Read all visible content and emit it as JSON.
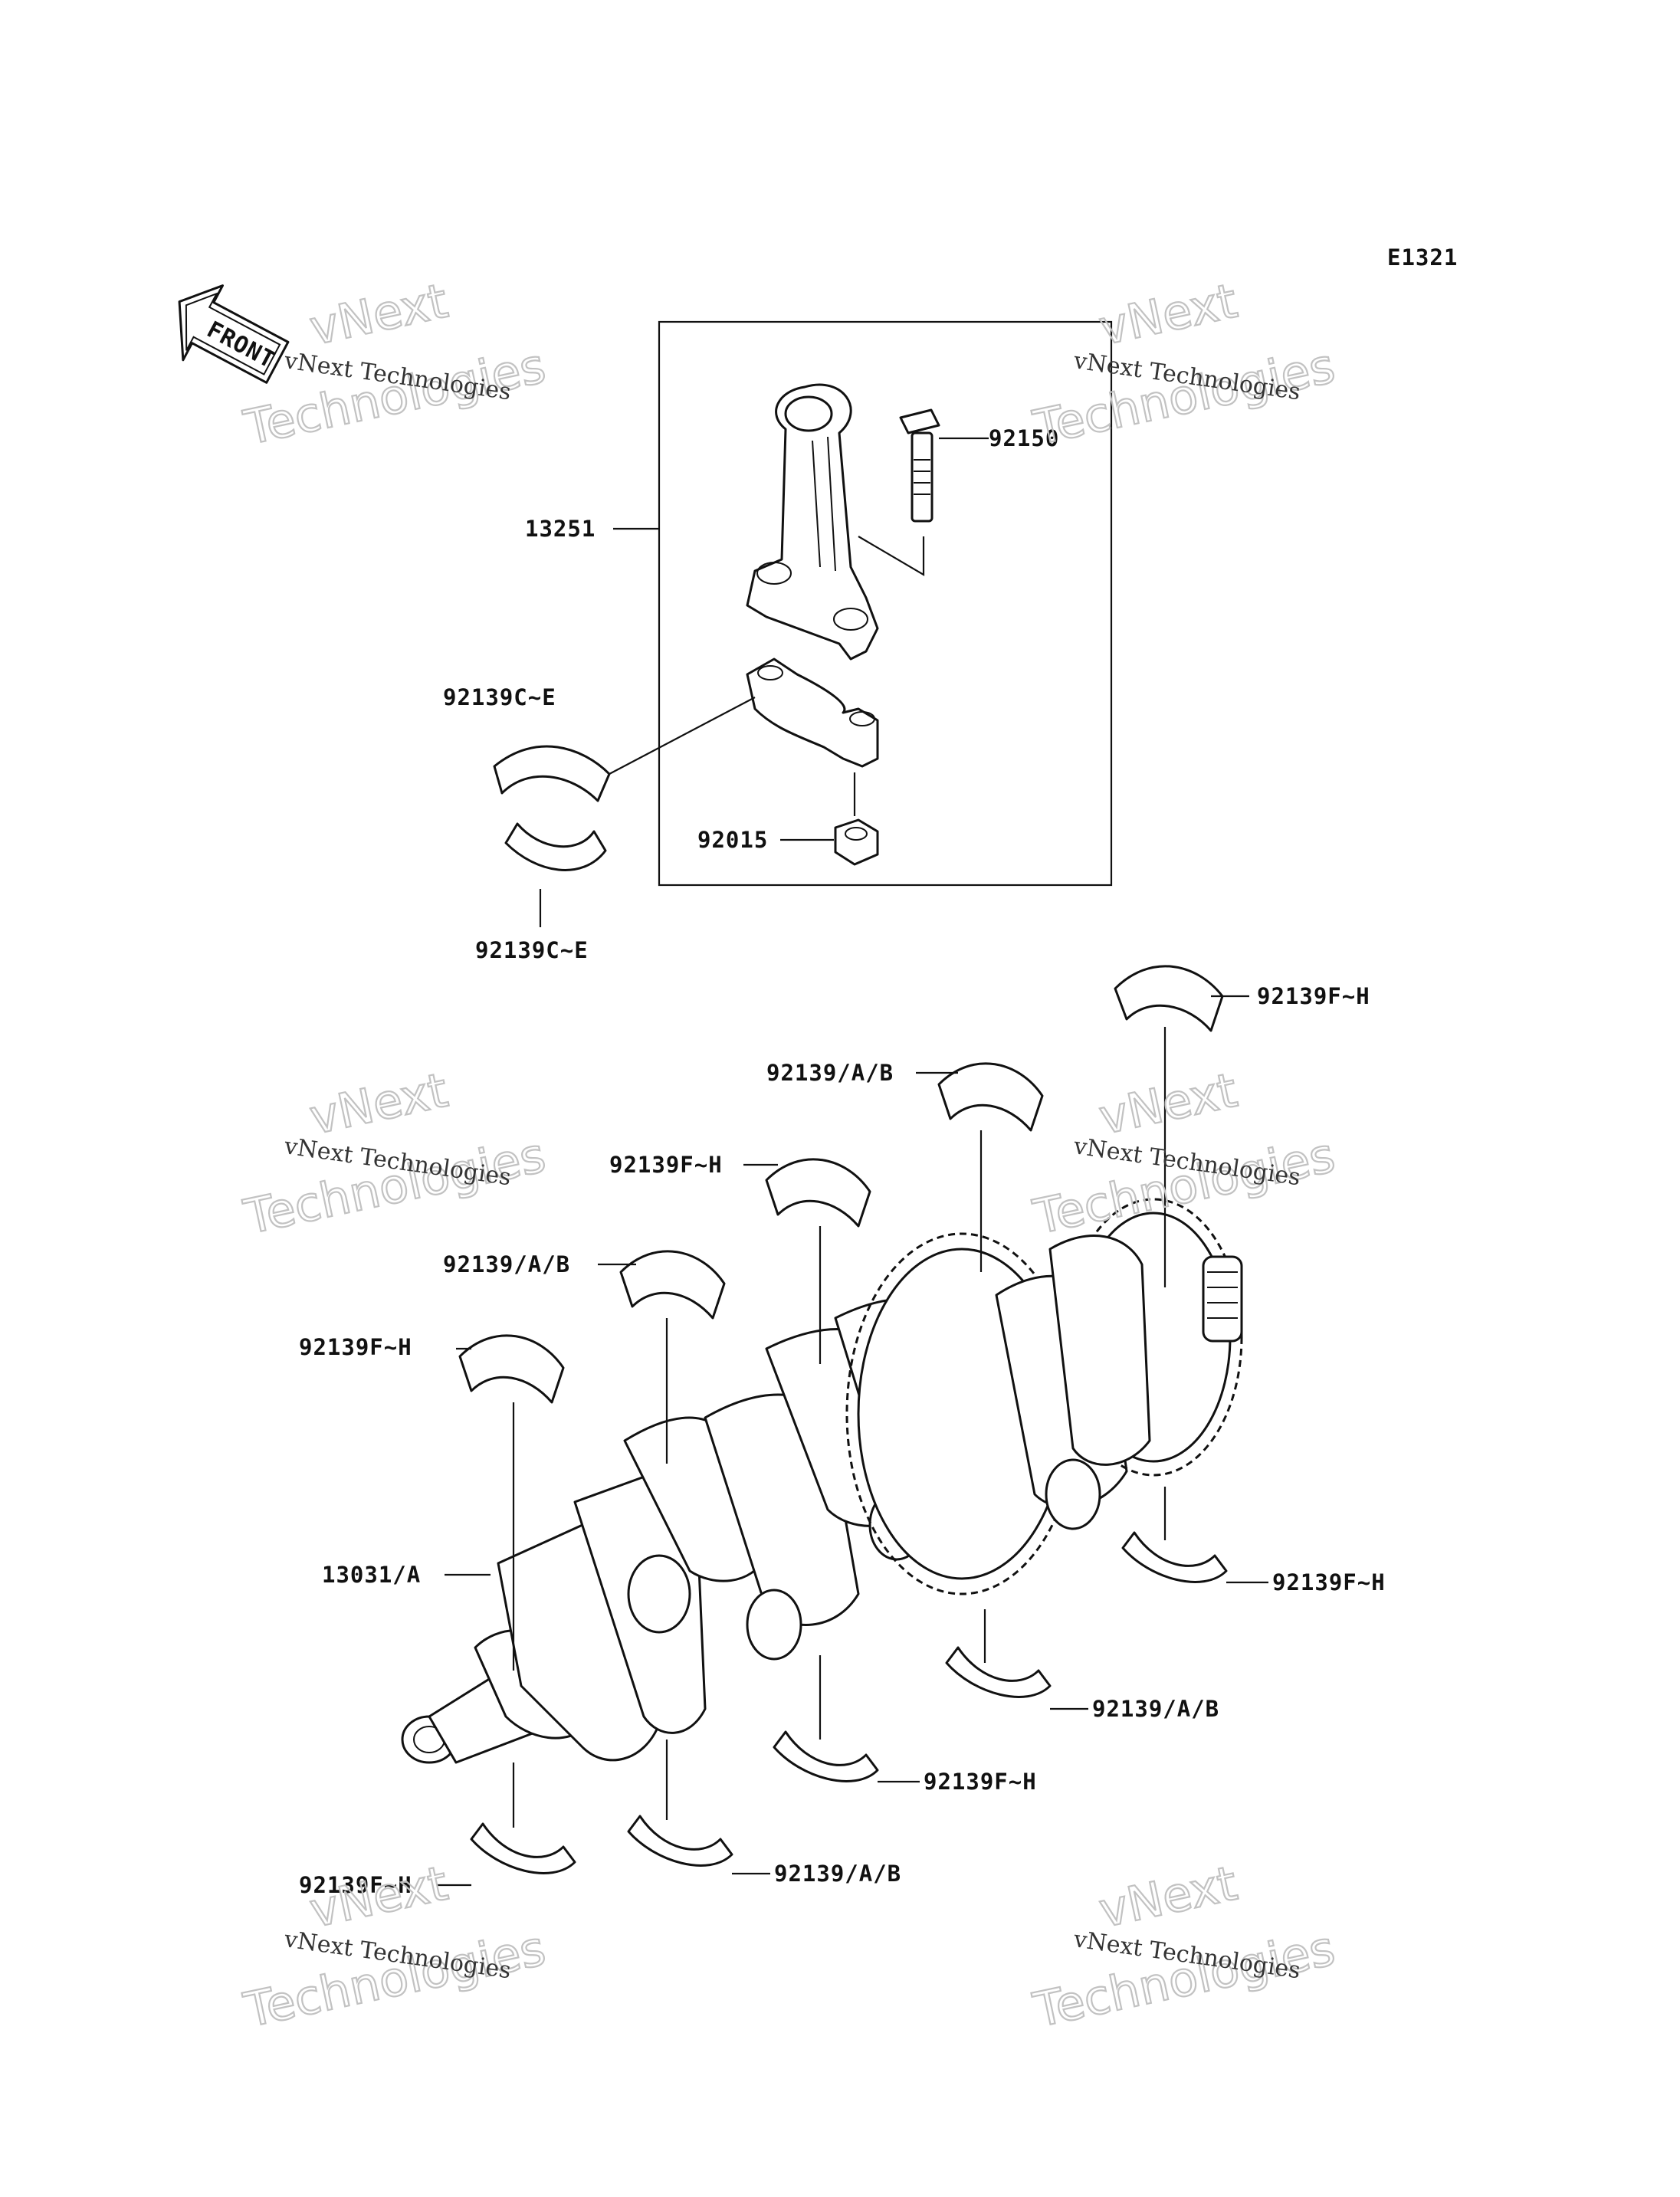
{
  "diagram_code": "E1321",
  "front_indicator": "FRONT",
  "watermark": {
    "line1": "vNext Technologies",
    "line2": "vNext",
    "line3": "Technologies"
  },
  "parts": {
    "conrod_assembly": "13251",
    "conrod_bolt": "92150",
    "conrod_nut": "92015",
    "conrod_bearing_upper": "92139C~E",
    "conrod_bearing_lower": "92139C~E",
    "crankshaft": "13031/A",
    "main_bearing_fh_top_right": "92139F~H",
    "main_bearing_ab_top_1": "92139/A/B",
    "main_bearing_fh_top_2": "92139F~H",
    "main_bearing_ab_top_3": "92139/A/B",
    "main_bearing_fh_top_4": "92139F~H",
    "main_bearing_fh_bottom_right": "92139F~H",
    "main_bearing_ab_bottom_1": "92139/A/B",
    "main_bearing_fh_bottom_2": "92139F~H",
    "main_bearing_ab_bottom_3": "92139/A/B",
    "main_bearing_fh_bottom_4": "92139F~H"
  }
}
